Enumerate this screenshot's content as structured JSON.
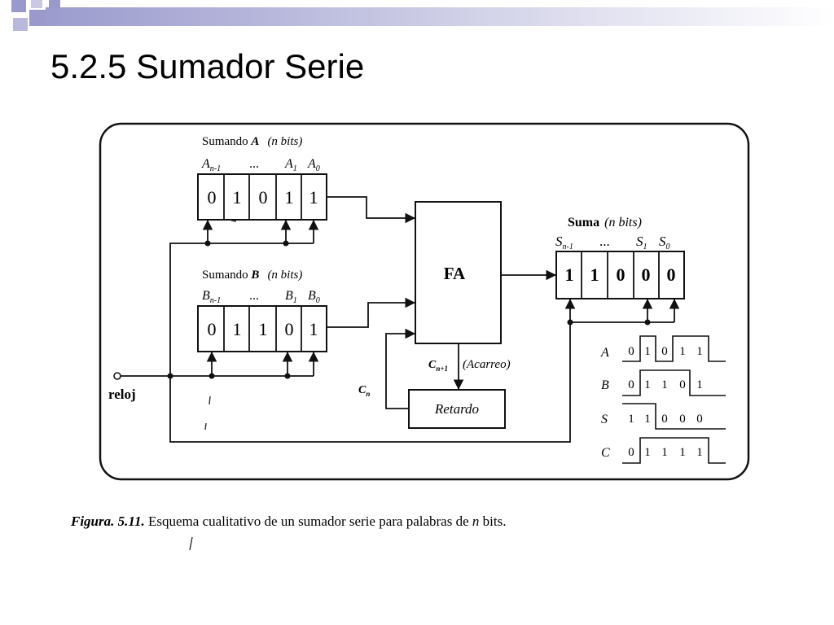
{
  "slide": {
    "title": "5.2.5 Sumador Serie"
  },
  "colors": {
    "header_squares": "#9999cc",
    "header_band_from": "#9b9bce",
    "header_band_to": "#ffffff"
  },
  "figure": {
    "register_a": {
      "title_prefix": "Sumando ",
      "title_var": "A",
      "title_suffix": "(n bits)",
      "label_msb": "A",
      "label_msb_sub": "n-1",
      "label_dots": "...",
      "label_1": "A",
      "label_1_sub": "1",
      "label_0": "A",
      "label_0_sub": "0",
      "bits": [
        "0",
        "1",
        "0",
        "1",
        "1"
      ]
    },
    "register_b": {
      "title_prefix": "Sumando ",
      "title_var": "B",
      "title_suffix": "(n bits)",
      "label_msb": "B",
      "label_msb_sub": "n-1",
      "label_dots": "...",
      "label_1": "B",
      "label_1_sub": "1",
      "label_0": "B",
      "label_0_sub": "0",
      "bits": [
        "0",
        "1",
        "1",
        "0",
        "1"
      ]
    },
    "register_s": {
      "title_main": "Suma",
      "title_suffix": "(n bits)",
      "label_msb": "S",
      "label_msb_sub": "n-1",
      "label_dots": "...",
      "label_1": "S",
      "label_1_sub": "1",
      "label_0": "S",
      "label_0_sub": "0",
      "bits": [
        "1",
        "1",
        "0",
        "0",
        "0"
      ]
    },
    "fa_label": "FA",
    "carry_out_label": "C",
    "carry_out_sub": "n+1",
    "carry_out_note": "(Acarreo)",
    "carry_in_label": "C",
    "carry_in_sub": "n",
    "delay_label": "Retardo",
    "clock_label": "reloj",
    "timing": [
      {
        "signal": "A",
        "digits": [
          "0",
          "1",
          "0",
          "1",
          "1"
        ]
      },
      {
        "signal": "B",
        "digits": [
          "0",
          "1",
          "1",
          "0",
          "1"
        ]
      },
      {
        "signal": "S",
        "digits": [
          "1",
          "1",
          "0",
          "0",
          "0"
        ]
      },
      {
        "signal": "C",
        "digits": [
          "0",
          "1",
          "1",
          "1",
          "1"
        ]
      }
    ]
  },
  "caption": {
    "prefix": "Figura. 5.11.",
    "text": " Esquema  cualitativo de un sumador serie para palabras de ",
    "italic_n": "n",
    "suffix": " bits."
  }
}
